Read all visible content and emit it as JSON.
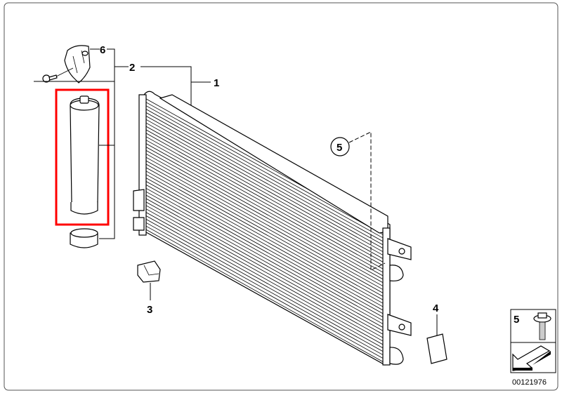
{
  "diagram": {
    "callouts": {
      "condenser": "1",
      "dryer_assembly": "2",
      "rubber_mount": "3",
      "pad": "4",
      "bolt_circled": "5",
      "bracket": "6"
    },
    "legend_box": {
      "item_number": "5",
      "icon": "bolt-icon",
      "arrow_icon": "direction-arrow-icon"
    },
    "diagram_id": "00121976",
    "highlight_color": "#ff0000"
  }
}
